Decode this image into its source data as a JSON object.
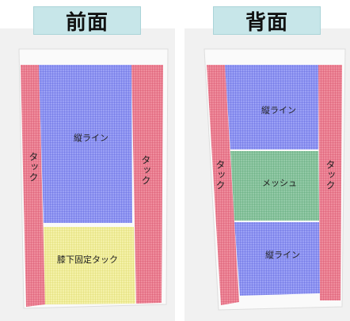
{
  "headers": {
    "front": "前面",
    "back": "背面"
  },
  "front": {
    "tuck_left": "タック",
    "tuck_right": "タック",
    "main_zone": "縦ライン",
    "lower_zone": "膝下固定タック"
  },
  "back": {
    "tuck_left": "タック",
    "tuck_right": "タック",
    "upper_zone": "縦ライン",
    "middle_zone": "メッシュ",
    "lower_zone": "縦ライン"
  },
  "colors": {
    "header_bg": "#c7e6e9",
    "tuck_red": "#e36a80",
    "line_blue": "#7b7ff0",
    "mesh_green": "#74b58c",
    "knee_yellow": "#f0ee8f"
  }
}
